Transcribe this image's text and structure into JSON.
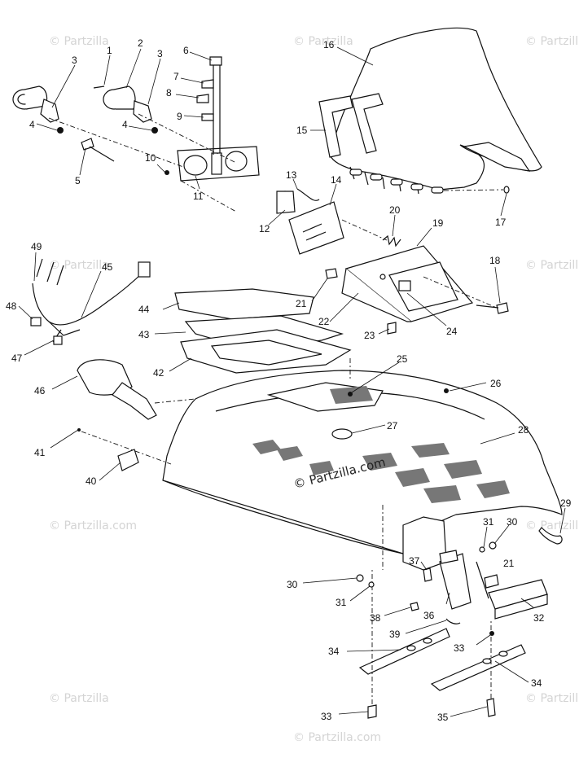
{
  "watermarks": {
    "brand": "Partzilla",
    "brand_com": "Partzilla.com",
    "center": "Partzilla.com"
  },
  "callouts": [
    {
      "id": "c1",
      "text": "1"
    },
    {
      "id": "c2",
      "text": "2"
    },
    {
      "id": "c3a",
      "text": "3"
    },
    {
      "id": "c3b",
      "text": "3"
    },
    {
      "id": "c4a",
      "text": "4"
    },
    {
      "id": "c4b",
      "text": "4"
    },
    {
      "id": "c5",
      "text": "5"
    },
    {
      "id": "c6",
      "text": "6"
    },
    {
      "id": "c7",
      "text": "7"
    },
    {
      "id": "c8",
      "text": "8"
    },
    {
      "id": "c9",
      "text": "9"
    },
    {
      "id": "c10",
      "text": "10"
    },
    {
      "id": "c11",
      "text": "11"
    },
    {
      "id": "c12",
      "text": "12"
    },
    {
      "id": "c13",
      "text": "13"
    },
    {
      "id": "c14",
      "text": "14"
    },
    {
      "id": "c15",
      "text": "15"
    },
    {
      "id": "c16",
      "text": "16"
    },
    {
      "id": "c17",
      "text": "17"
    },
    {
      "id": "c18",
      "text": "18"
    },
    {
      "id": "c19",
      "text": "19"
    },
    {
      "id": "c20",
      "text": "20"
    },
    {
      "id": "c21a",
      "text": "21"
    },
    {
      "id": "c21b",
      "text": "21"
    },
    {
      "id": "c22",
      "text": "22"
    },
    {
      "id": "c23",
      "text": "23"
    },
    {
      "id": "c24",
      "text": "24"
    },
    {
      "id": "c25",
      "text": "25"
    },
    {
      "id": "c26",
      "text": "26"
    },
    {
      "id": "c27",
      "text": "27"
    },
    {
      "id": "c28",
      "text": "28"
    },
    {
      "id": "c29",
      "text": "29"
    },
    {
      "id": "c30a",
      "text": "30"
    },
    {
      "id": "c30b",
      "text": "30"
    },
    {
      "id": "c31a",
      "text": "31"
    },
    {
      "id": "c31b",
      "text": "31"
    },
    {
      "id": "c32",
      "text": "32"
    },
    {
      "id": "c33a",
      "text": "33"
    },
    {
      "id": "c33b",
      "text": "33"
    },
    {
      "id": "c34a",
      "text": "34"
    },
    {
      "id": "c34b",
      "text": "34"
    },
    {
      "id": "c35",
      "text": "35"
    },
    {
      "id": "c36",
      "text": "36"
    },
    {
      "id": "c37",
      "text": "37"
    },
    {
      "id": "c38",
      "text": "38"
    },
    {
      "id": "c39",
      "text": "39"
    },
    {
      "id": "c40",
      "text": "40"
    },
    {
      "id": "c41",
      "text": "41"
    },
    {
      "id": "c42",
      "text": "42"
    },
    {
      "id": "c43",
      "text": "43"
    },
    {
      "id": "c44",
      "text": "44"
    },
    {
      "id": "c45",
      "text": "45"
    },
    {
      "id": "c46",
      "text": "46"
    },
    {
      "id": "c47",
      "text": "47"
    },
    {
      "id": "c48",
      "text": "48"
    },
    {
      "id": "c49",
      "text": "49"
    }
  ]
}
